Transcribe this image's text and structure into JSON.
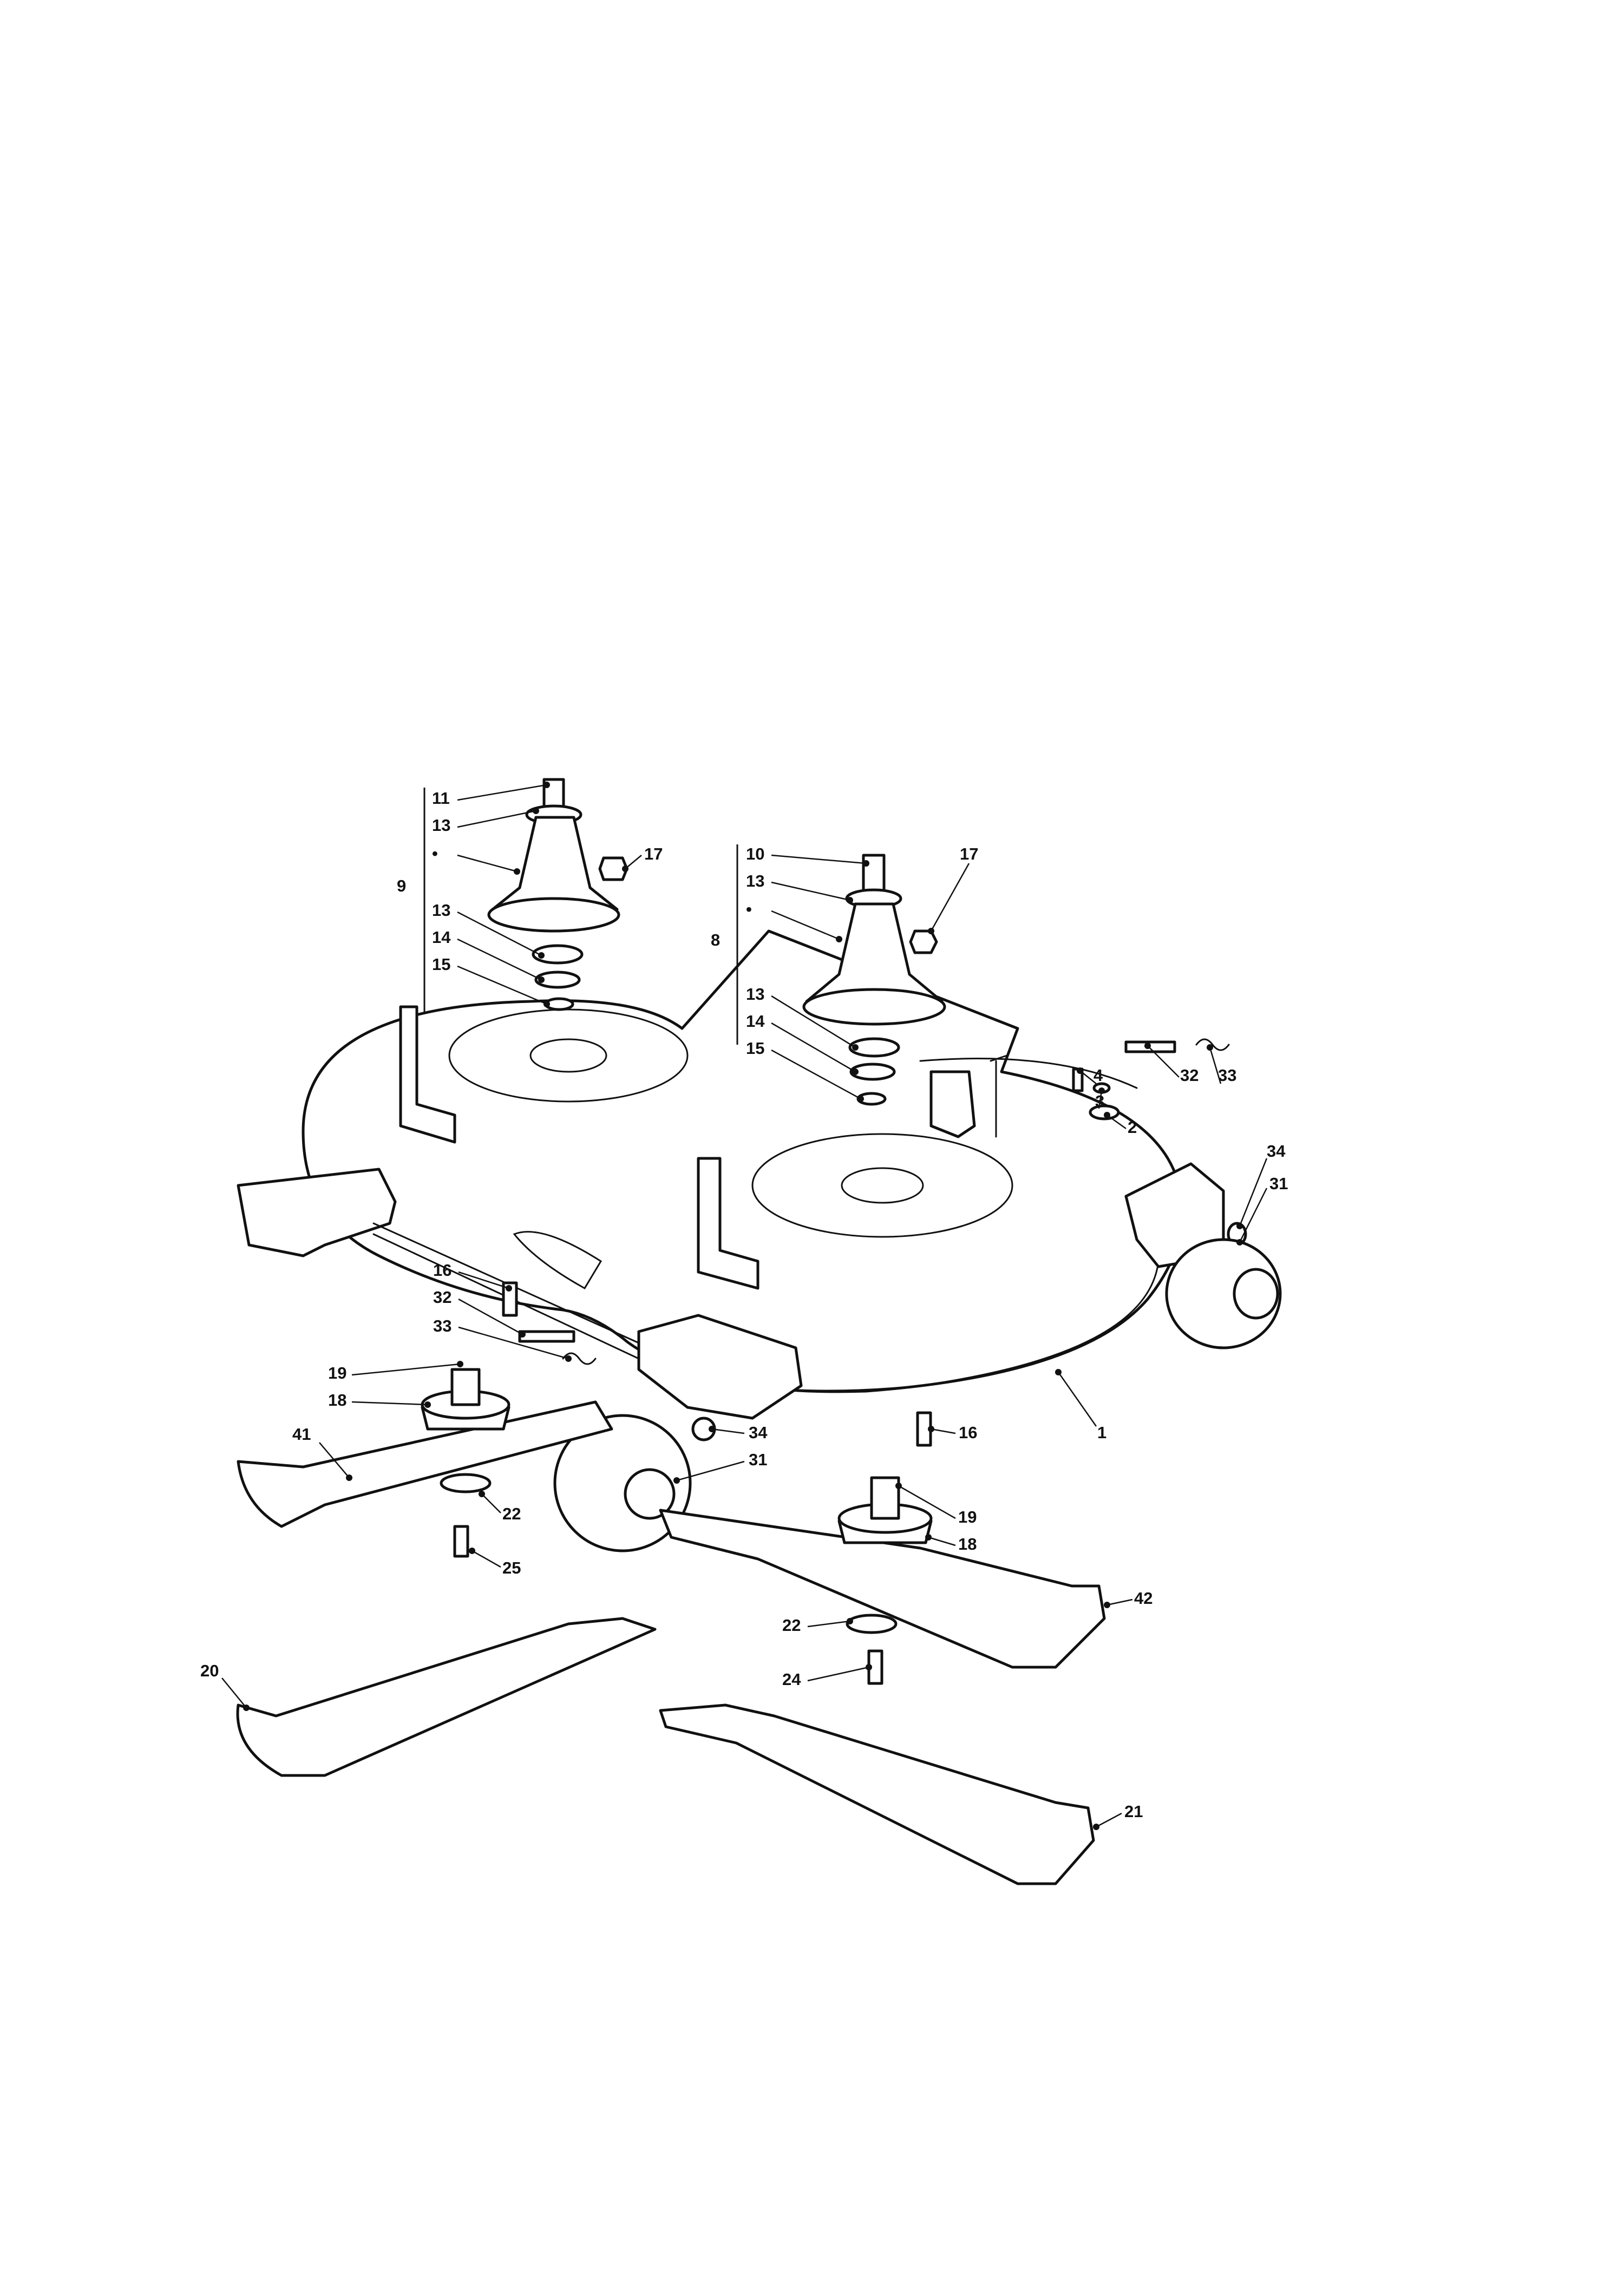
{
  "callouts": {
    "c11": "11",
    "c13a": "13",
    "c_dot_a": "•",
    "c17a": "17",
    "c9": "9",
    "c13b": "13",
    "c14a": "14",
    "c15a": "15",
    "c10": "10",
    "c13c": "13",
    "c_dot_b": "•",
    "c17b": "17",
    "c8": "8",
    "c13d": "13",
    "c14b": "14",
    "c15b": "15",
    "c4": "4",
    "c3": "3",
    "c2": "2",
    "c32a": "32",
    "c33a": "33",
    "c34a": "34",
    "c31a": "31",
    "c16a": "16",
    "c32b": "32",
    "c33b": "33",
    "c19a": "19",
    "c18a": "18",
    "c41": "41",
    "c34b": "34",
    "c31b": "31",
    "c16b": "16",
    "c1": "1",
    "c22a": "22",
    "c25": "25",
    "c19b": "19",
    "c18b": "18",
    "c42": "42",
    "c22b": "22",
    "c24": "24",
    "c20": "20",
    "c21": "21"
  }
}
